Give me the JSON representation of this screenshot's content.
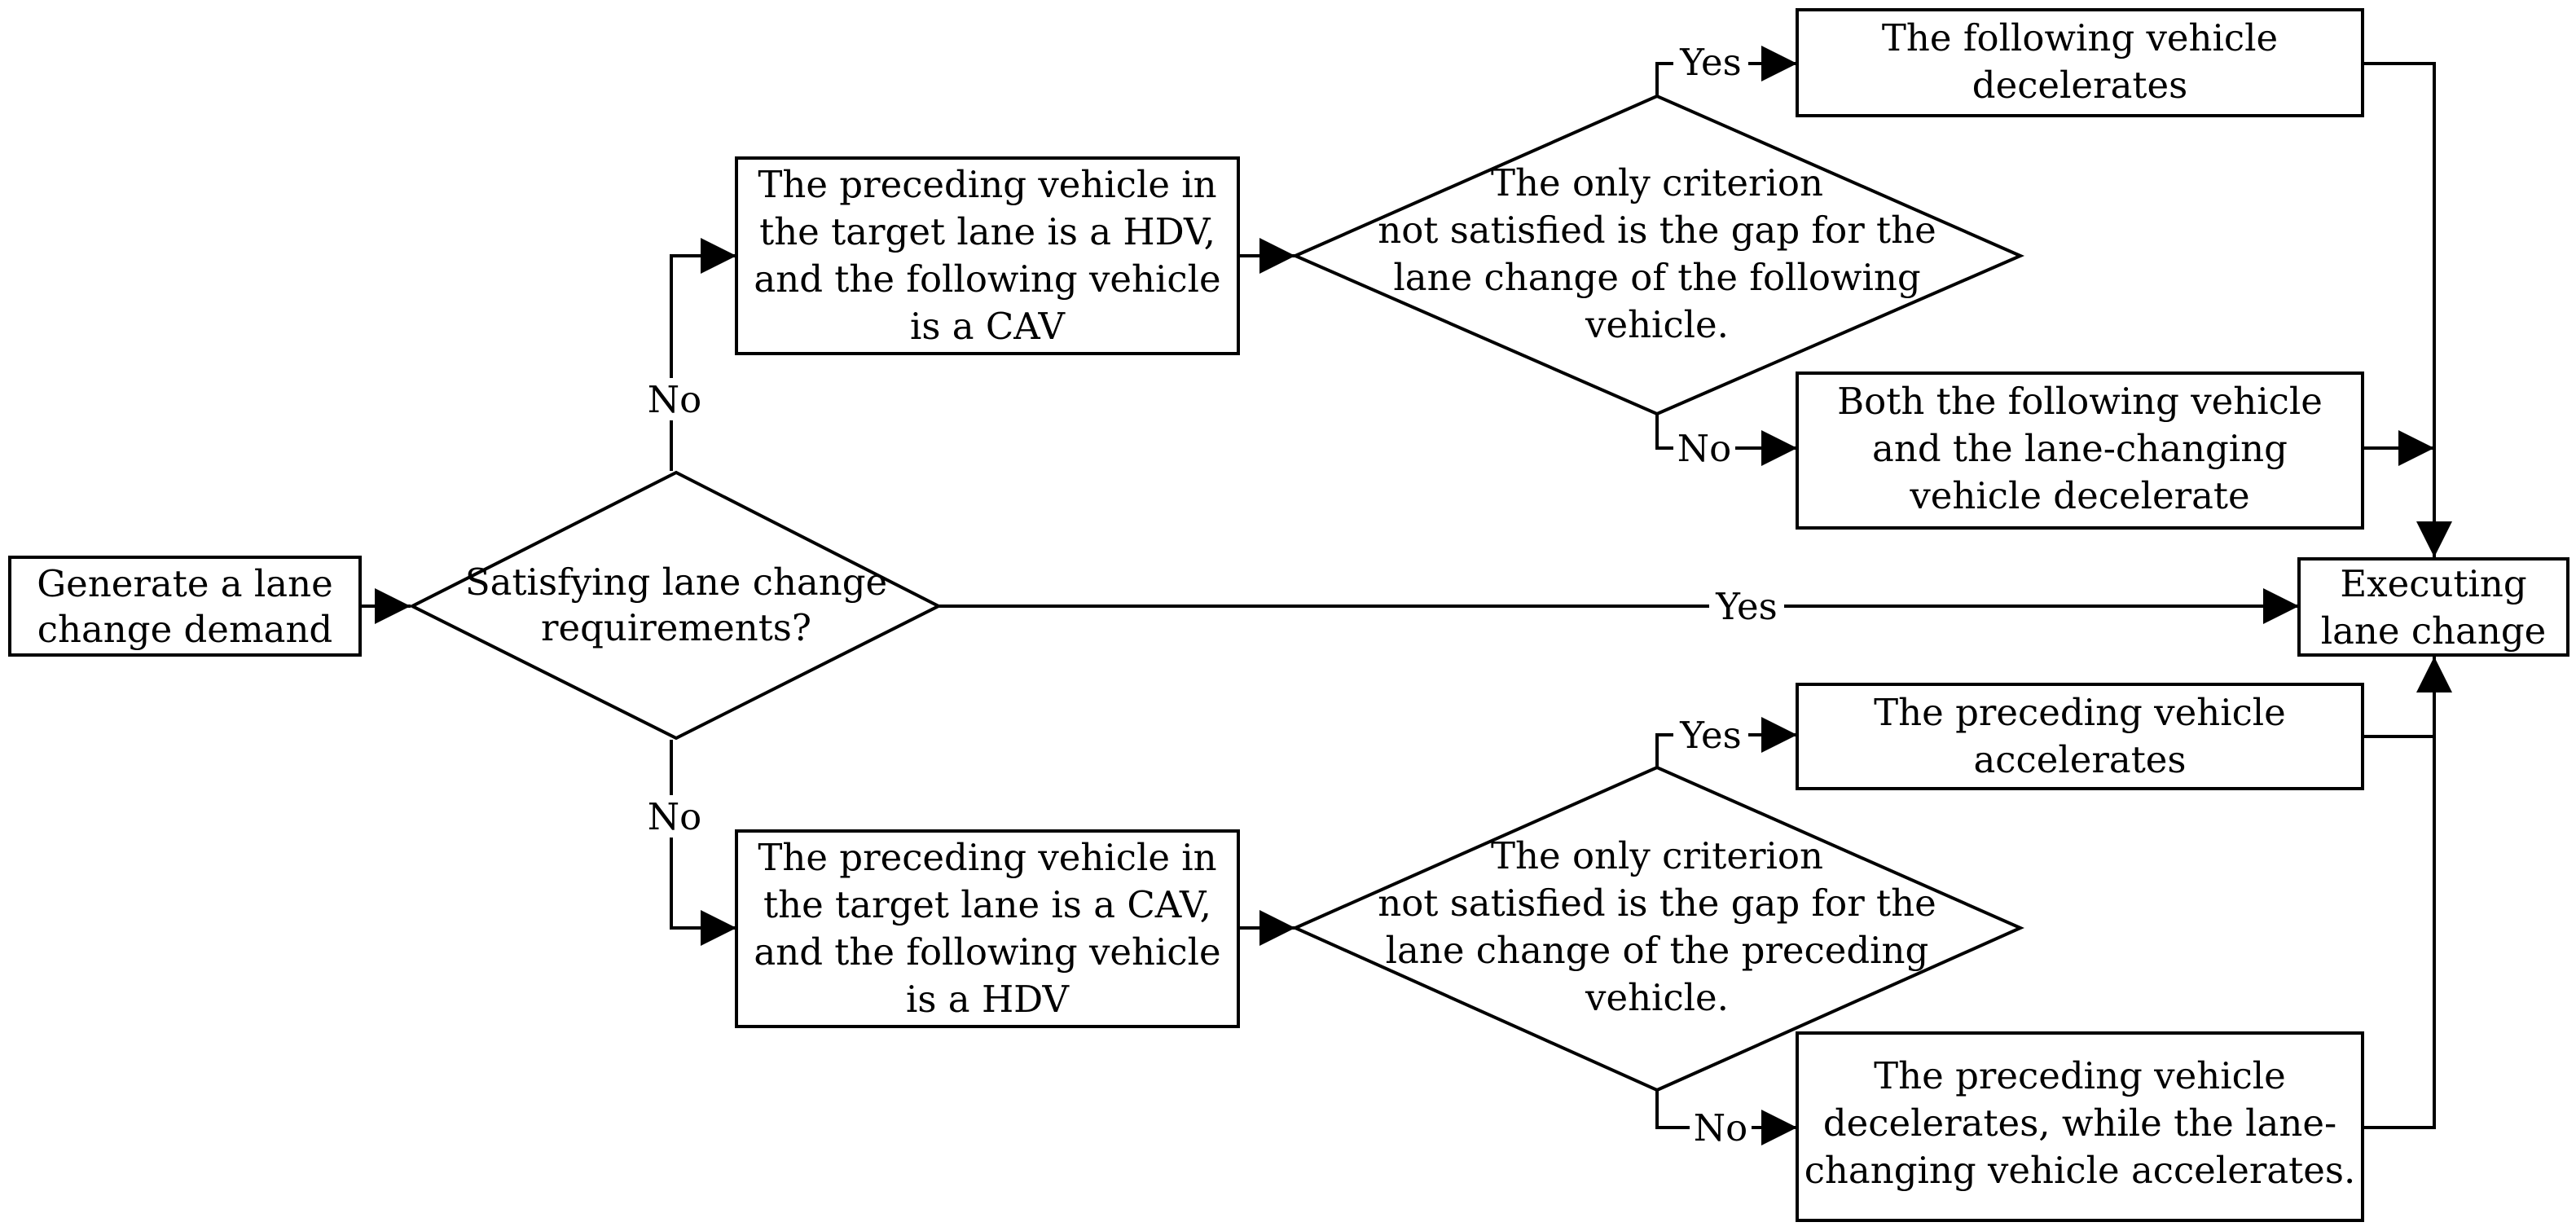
{
  "nodes": {
    "start": {
      "lines": [
        "Generate a lane",
        "change demand"
      ]
    },
    "decision_main": {
      "lines": [
        "Satisfying lane change",
        "requirements?"
      ]
    },
    "box_hdv_cav": {
      "lines": [
        "The preceding vehicle in",
        "the target lane is a HDV,",
        "and the following vehicle",
        "is a CAV"
      ]
    },
    "box_cav_hdv": {
      "lines": [
        "The preceding vehicle in",
        "the target lane is a CAV,",
        "and the following vehicle",
        "is a HDV"
      ]
    },
    "decision_following": {
      "lines": [
        "The only criterion",
        "not satisfied is the gap for the",
        "lane change of the following",
        "vehicle."
      ]
    },
    "decision_preceding": {
      "lines": [
        "The only criterion",
        "not satisfied is the gap for the",
        "lane change of the preceding",
        "vehicle."
      ]
    },
    "out_following_decel": {
      "lines": [
        "The following vehicle",
        "decelerates"
      ]
    },
    "out_both_decel": {
      "lines": [
        "Both the following vehicle",
        "and the lane-changing",
        "vehicle decelerate"
      ]
    },
    "out_preceding_accel": {
      "lines": [
        "The preceding vehicle",
        "accelerates"
      ]
    },
    "out_preceding_decel": {
      "lines": [
        "The preceding vehicle",
        "decelerates, while the lane-",
        "changing vehicle accelerates."
      ]
    },
    "end": {
      "lines": [
        "Executing",
        "lane change"
      ]
    }
  },
  "edge_labels": {
    "main_yes": "Yes",
    "main_no_top": "No",
    "main_no_bottom": "No",
    "following_yes": "Yes",
    "following_no": "No",
    "preceding_yes": "Yes",
    "preceding_no": "No"
  }
}
